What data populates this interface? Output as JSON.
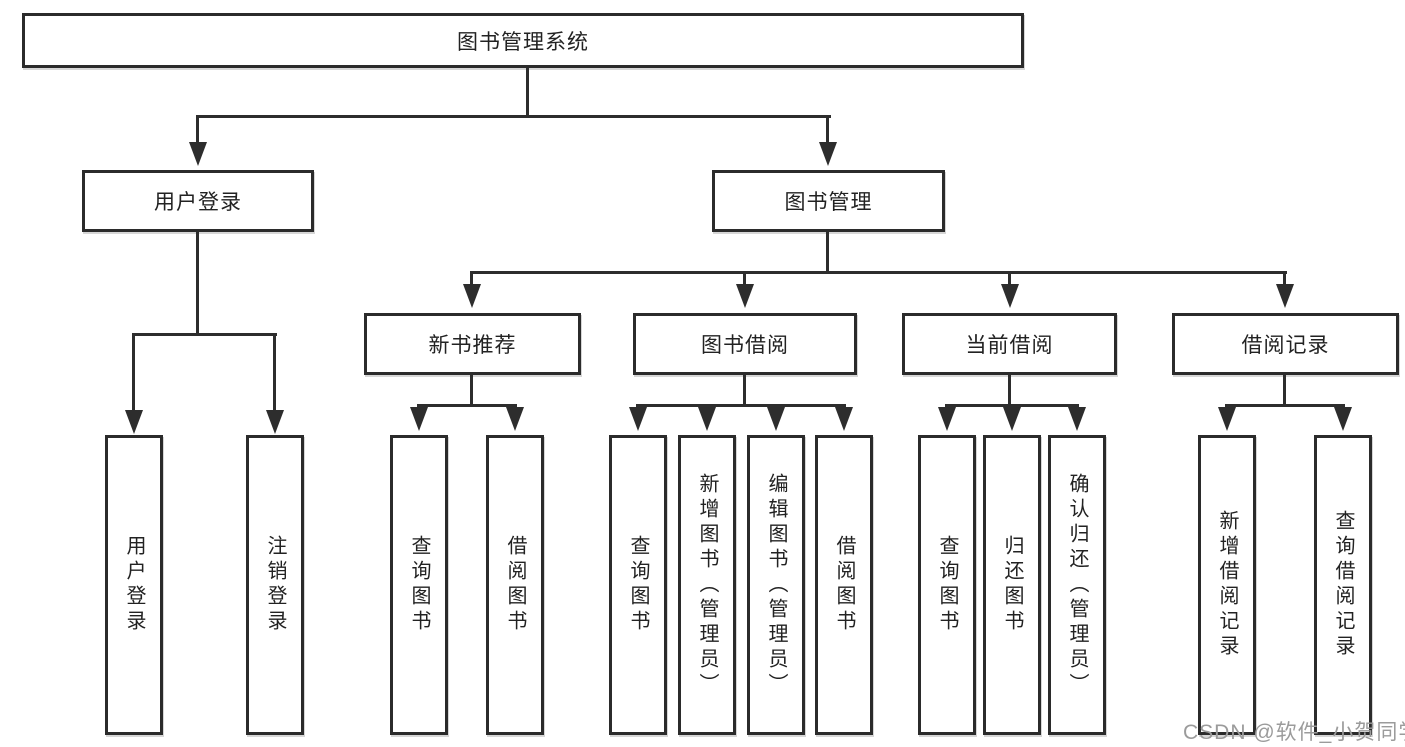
{
  "nodes": {
    "root": "图书管理系统",
    "user_login": "用户登录",
    "book_mgmt": "图书管理",
    "new_book_rec": "新书推荐",
    "book_borrow": "图书借阅",
    "current_borrow": "当前借阅",
    "borrow_record": "借阅记录"
  },
  "leaves": {
    "user_login": [
      "用户登录",
      "注销登录"
    ],
    "new_book_rec": [
      "查询图书",
      "借阅图书"
    ],
    "book_borrow": [
      "查询图书",
      "新增图书（管理员）",
      "编辑图书（管理员）",
      "借阅图书"
    ],
    "current_borrow": [
      "查询图书",
      "归还图书",
      "确认归还（管理员）"
    ],
    "borrow_record": [
      "新增借阅记录",
      "查询借阅记录"
    ]
  },
  "watermark": "CSDN @软件_小贺同学",
  "colors": {
    "line": "#2d2d2d",
    "border": "#2b2b2b",
    "text": "#222222",
    "background": "#ffffff",
    "watermark": "#9b9b9b"
  }
}
